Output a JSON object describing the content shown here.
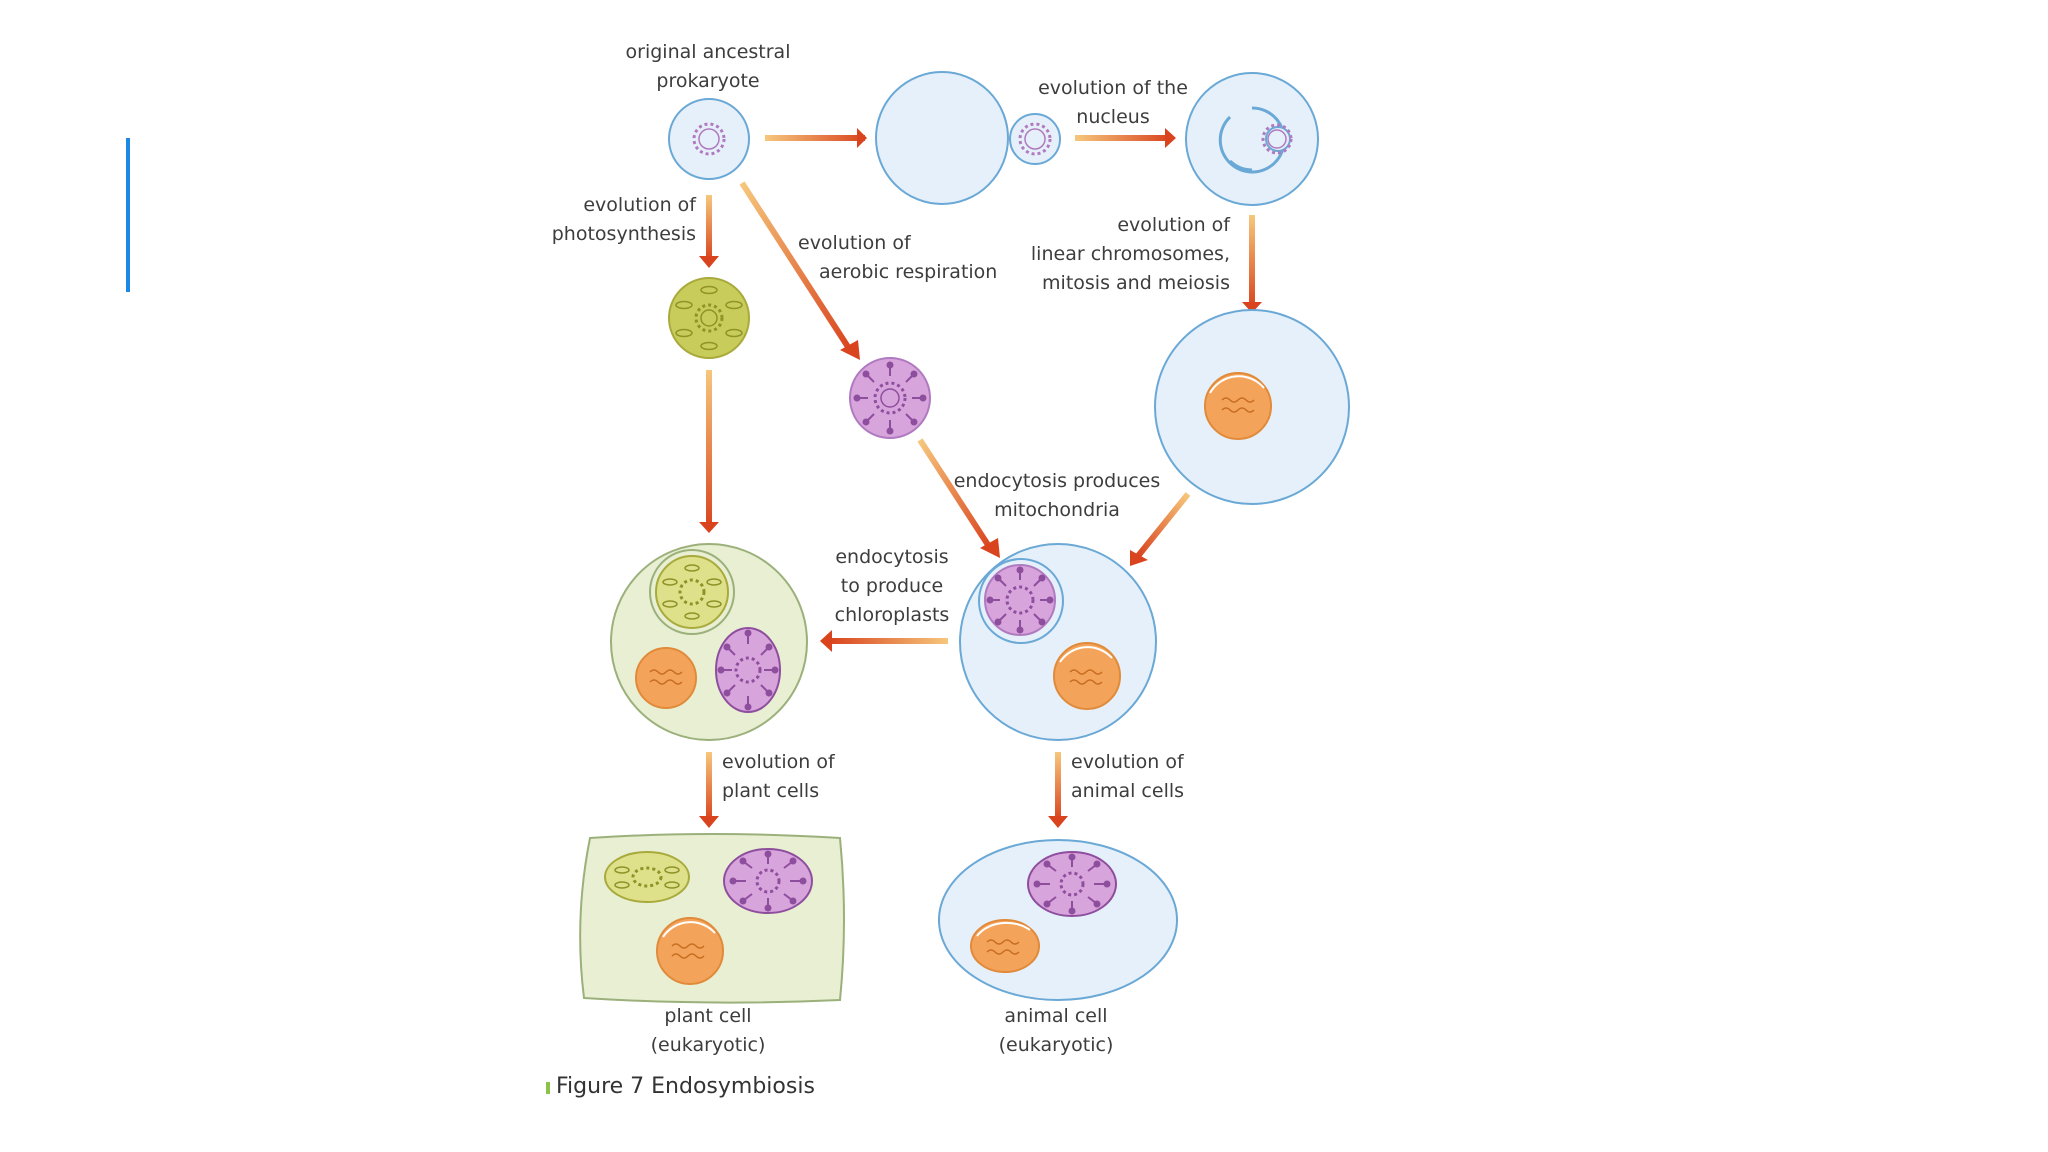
{
  "figure": {
    "caption": "Figure 7 Endosymbiosis",
    "colors": {
      "arrow": "#e0532a",
      "cell_fill": "#e6f0fa",
      "cell_outline": "#6aa8d6",
      "plant_fill": "#e8efd2",
      "chloroplast": "#c8cc5a",
      "mitochondrion": "#c68fcf",
      "nucleus": "#f4a45a",
      "accent_bar": "#1e88e5"
    }
  },
  "labels": {
    "ancestral": [
      "original ancestral",
      "prokaryote"
    ],
    "nucleus_evo": [
      "evolution of the",
      "nucleus"
    ],
    "photosynthesis": [
      "evolution of",
      "photosynthesis"
    ],
    "aerobic": [
      "evolution of",
      "aerobic respiration"
    ],
    "chromosomes": [
      "evolution of",
      "linear chromosomes,",
      "mitosis and meiosis"
    ],
    "mitochondria": [
      "endocytosis produces",
      "mitochondria"
    ],
    "chloroplasts": [
      "endocytosis",
      "to produce",
      "chloroplasts"
    ],
    "plant_evo": [
      "evolution of",
      "plant cells"
    ],
    "animal_evo": [
      "evolution of",
      "animal cells"
    ],
    "plant_cell": [
      "plant cell",
      "(eukaryotic)"
    ],
    "animal_cell": [
      "animal cell",
      "(eukaryotic)"
    ]
  }
}
